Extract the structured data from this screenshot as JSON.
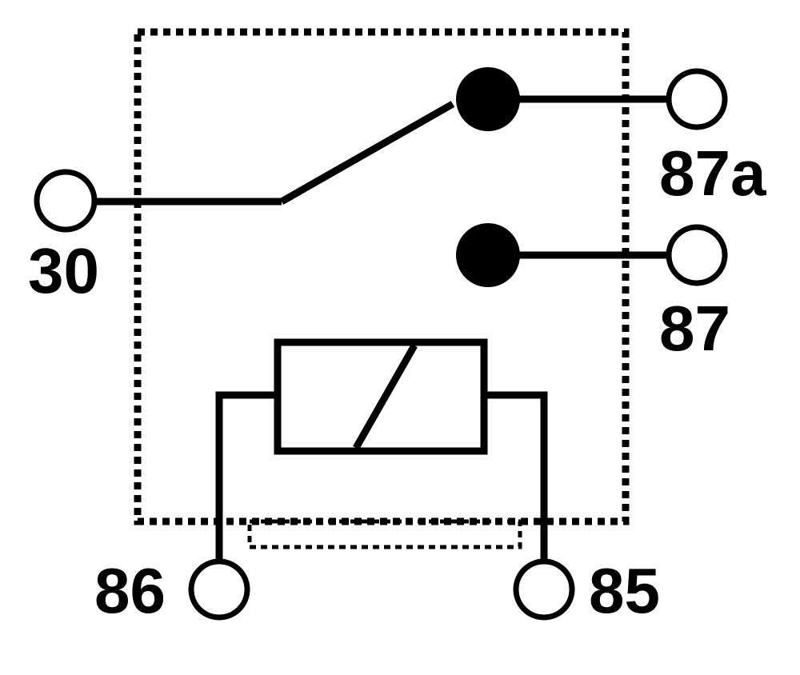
{
  "pins": {
    "pin30": {
      "label": "30"
    },
    "pin87a": {
      "label": "87a"
    },
    "pin87": {
      "label": "87"
    },
    "pin86": {
      "label": "86"
    },
    "pin85": {
      "label": "85"
    }
  },
  "colors": {
    "stroke": "#000000",
    "background": "#ffffff"
  }
}
